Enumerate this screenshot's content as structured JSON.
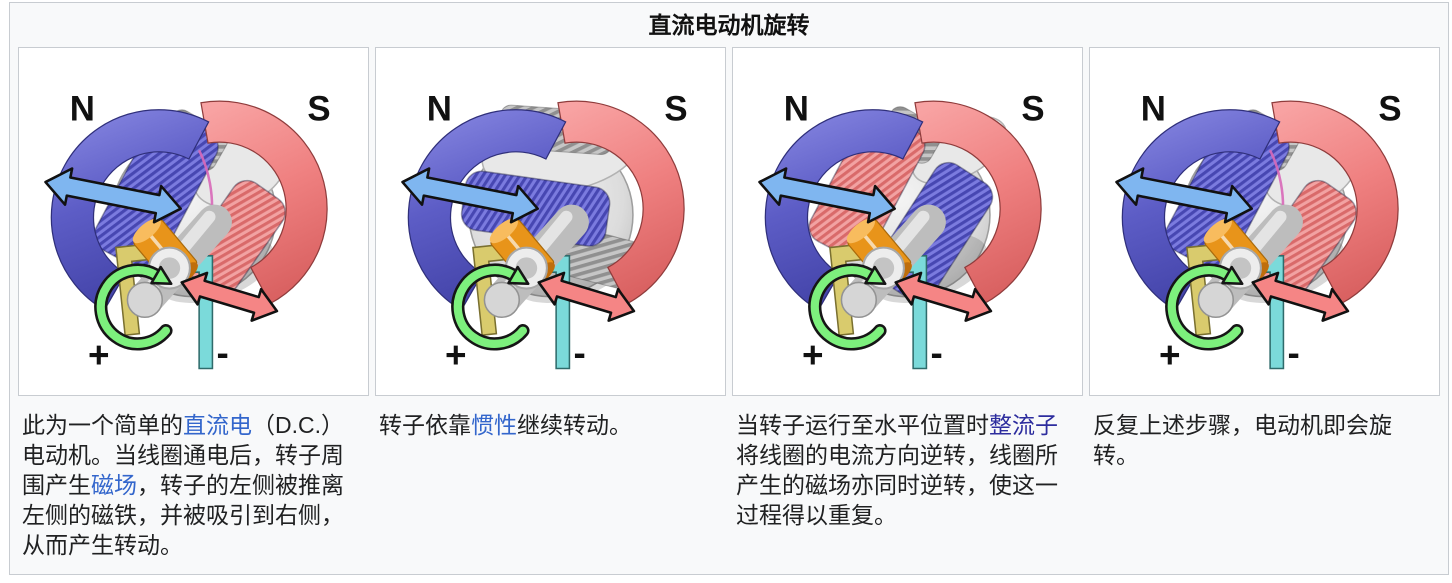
{
  "figure": {
    "title": "直流电动机旋转",
    "colors": {
      "figure_background": "#f8f9fa",
      "figure_border": "#c8ccd1",
      "panel_background": "#ffffff",
      "text": "#202122",
      "link": "#3366cc",
      "visited_link": "#2d2d9e",
      "magnet_north_blue": "#5d5dc6",
      "magnet_south_red": "#ef8080",
      "coil_blue": "#5a5ac8",
      "coil_red": "#e07474",
      "force_arrow_blue": "#7fb6f0",
      "force_arrow_red": "#f58585",
      "rotation_arrow_green": "#7df07d",
      "brush_positive_yellow": "#d9cb6d",
      "brush_negative_cyan": "#7bdada",
      "commutator_orange": "#e8941a",
      "rotor_gray": "#d9d9d9"
    },
    "panels": [
      {
        "step": "1",
        "variant": "v1",
        "labels": {
          "north": "N",
          "south": "S",
          "plus": "+",
          "minus": "-"
        },
        "caption": [
          {
            "t": "此为一个简单的"
          },
          {
            "t": "直流电",
            "link": true
          },
          {
            "t": "（D.C.）电动机。当线圈通电后，转子周围产生"
          },
          {
            "t": "磁场",
            "link": true
          },
          {
            "t": "，转子的左侧被推离左侧的磁铁，并被吸引到右侧，从而产生转动。"
          }
        ]
      },
      {
        "step": "2",
        "variant": "v2",
        "labels": {
          "north": "N",
          "south": "S",
          "plus": "+",
          "minus": "-"
        },
        "caption": [
          {
            "t": "转子依靠"
          },
          {
            "t": "惯性",
            "link": true
          },
          {
            "t": "继续转动。"
          }
        ]
      },
      {
        "step": "3",
        "variant": "v3",
        "labels": {
          "north": "N",
          "south": "S",
          "plus": "+",
          "minus": "-"
        },
        "caption": [
          {
            "t": "当转子运行至水平位置时"
          },
          {
            "t": "整流子",
            "link": true,
            "visited": true
          },
          {
            "t": "将线圈的电流方向逆转，线圈所产生的磁场亦同时逆转，使这一过程得以重复。"
          }
        ]
      },
      {
        "step": "4",
        "variant": "v4",
        "labels": {
          "north": "N",
          "south": "S",
          "plus": "+",
          "minus": "-"
        },
        "caption": [
          {
            "t": "反复上述步骤，电动机即会旋转。"
          }
        ]
      }
    ]
  }
}
